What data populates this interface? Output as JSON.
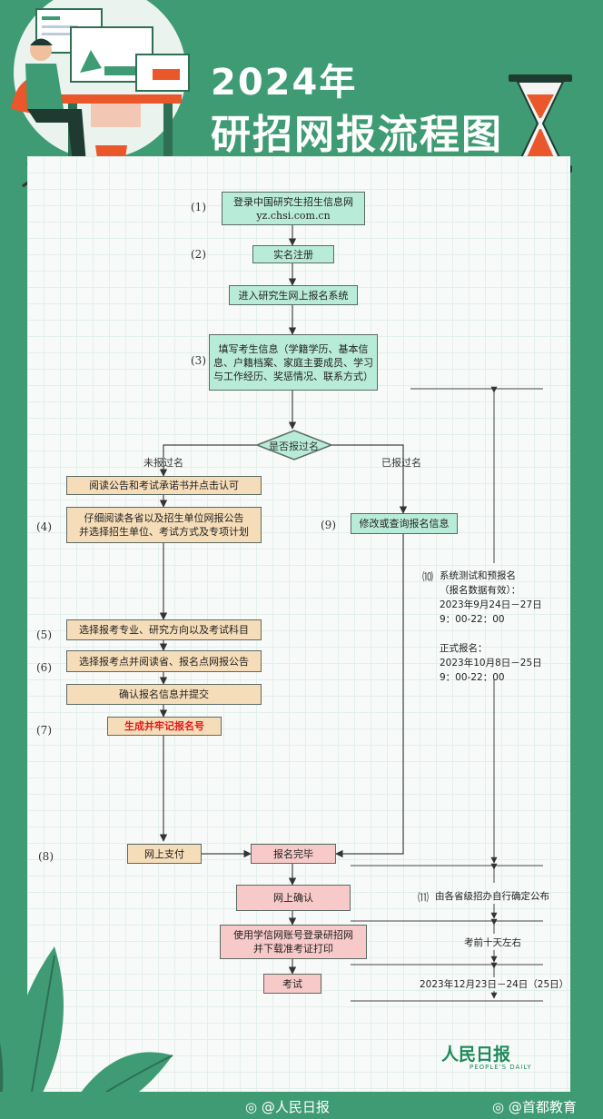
{
  "header": {
    "year_line": "2024年",
    "title_line": "研招网报流程图"
  },
  "steps": {
    "login_line1": "登录中国研究生招生信息网",
    "login_line2": "yz.chsi.com.cn",
    "register": "实名注册",
    "enter_system": "进入研究生网上报名系统",
    "fill_line1": "填写考生信息（学籍学历、基本信",
    "fill_line2": "息、户籍档案、家庭主要成员、学习",
    "fill_line3": "与工作经历、奖惩情况、联系方式）",
    "decision": "是否报过名",
    "read_notice": "阅读公告和考试承诺书并点击认可",
    "read_details_line1": "仔细阅读各省以及招生单位网报公告",
    "read_details_line2": "并选择招生单位、考试方式及专项计划",
    "select_major": "选择报考专业、研究方向以及考试科目",
    "select_site": "选择报考点并阅读省、报名点网报公告",
    "confirm_submit": "确认报名信息并提交",
    "gen_number": "生成并牢记报名号",
    "modify": "修改或查询报名信息",
    "pay": "网上支付",
    "complete": "报名完毕",
    "online_confirm": "网上确认",
    "download_line1": "使用学信网账号登录研招网",
    "download_line2": "并下载准考证打印",
    "exam": "考试"
  },
  "branch_labels": {
    "not_registered": "未报过名",
    "registered": "已报过名"
  },
  "numbers": {
    "n1": "(1)",
    "n2": "(2)",
    "n3": "(3)",
    "n4": "(4)",
    "n5": "(5)",
    "n6": "(6)",
    "n7": "(7)",
    "n8": "(8)",
    "n9": "(9)",
    "n10": "⑽",
    "n11": "⑾"
  },
  "notes": {
    "schedule": "系统测试和预报名\n（报名数据有效）：\n2023年9月24日－27日\n9：00-22：00\n\n正式报名：\n2023年10月8日－25日\n9：00-22：00",
    "confirm_note": "由各省级招办自行确定公布",
    "ticket_note": "考前十天左右",
    "exam_date": "2023年12月23日－24日（25日）"
  },
  "footer": {
    "logo_text": "人民日报",
    "logo_sub": "PEOPLE'S DAILY",
    "weibo_left": "@人民日报",
    "weibo_right": "@首都教育"
  },
  "colors": {
    "primary_green": "#3f9b74",
    "box_green": "#b9ecd8",
    "box_tan": "#f6ddb9",
    "box_pink": "#f7c9c9",
    "alert_red": "#e01b1b"
  }
}
